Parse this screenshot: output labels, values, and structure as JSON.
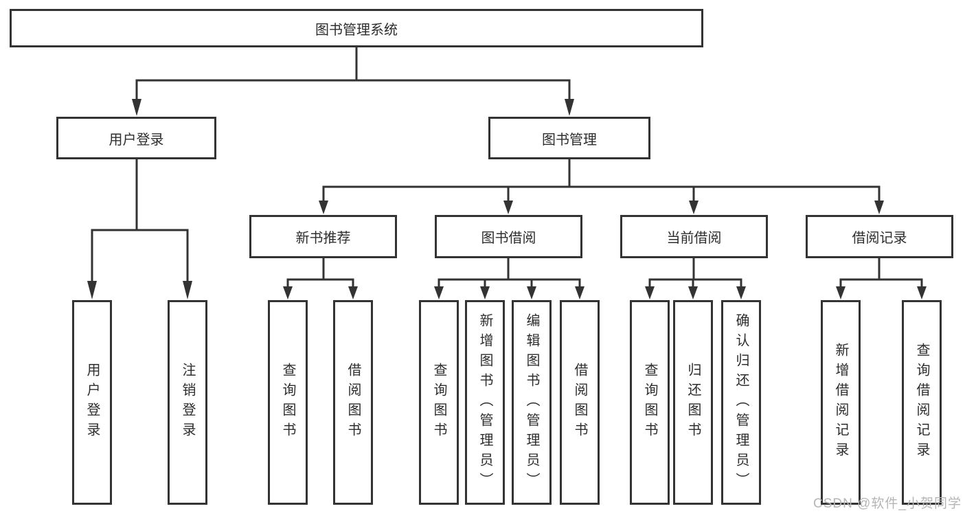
{
  "diagram": {
    "root": {
      "label": "图书管理系统"
    },
    "branches": [
      {
        "label": "用户登录",
        "children": [
          {
            "label": "用户登录"
          },
          {
            "label": "注销登录"
          }
        ]
      },
      {
        "label": "图书管理",
        "children": [
          {
            "label": "新书推荐",
            "children": [
              {
                "label": "查询图书"
              },
              {
                "label": "借阅图书"
              }
            ]
          },
          {
            "label": "图书借阅",
            "children": [
              {
                "label": "查询图书"
              },
              {
                "label": "新增图书（管理员）"
              },
              {
                "label": "编辑图书（管理员）"
              },
              {
                "label": "借阅图书"
              }
            ]
          },
          {
            "label": "当前借阅",
            "children": [
              {
                "label": "查询图书"
              },
              {
                "label": "归还图书"
              },
              {
                "label": "确认归还（管理员）"
              }
            ]
          },
          {
            "label": "借阅记录",
            "children": [
              {
                "label": "新增借阅记录"
              },
              {
                "label": "查询借阅记录"
              }
            ]
          }
        ]
      }
    ]
  },
  "watermark": {
    "text": "CSDN @软件_小贺同学"
  },
  "colors": {
    "line": "#333333",
    "text": "#2d2d2d",
    "box_background": "#ffffff",
    "page_background": "#ffffff",
    "watermark": "#b5b5b5"
  }
}
